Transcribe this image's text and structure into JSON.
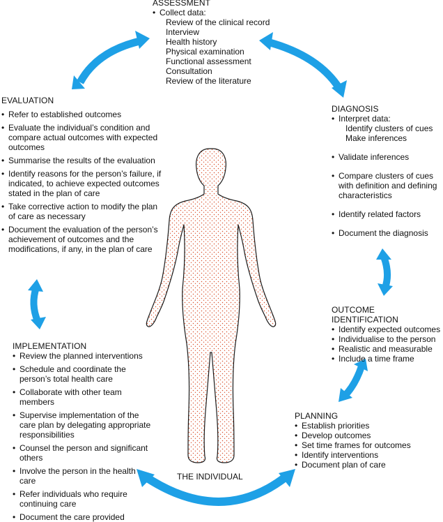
{
  "assessment": {
    "title": "ASSESSMENT",
    "lead": "Collect data:",
    "sub": [
      "Review of the clinical record",
      "Interview",
      "Health history",
      "Physical examination",
      "Functional assessment",
      "Consultation",
      "Review of the literature"
    ]
  },
  "diagnosis": {
    "title": "DIAGNOSIS",
    "lead": "Interpret data:",
    "sub": [
      "Identify clusters of cues",
      "Make inferences"
    ],
    "items": [
      "Validate inferences",
      "Compare clusters of cues with definition and defining characteristics",
      "Identify related factors",
      "Document the diagnosis"
    ]
  },
  "outcome": {
    "title": "OUTCOME IDENTIFICATION",
    "items": [
      "Identify expected outcomes",
      "Individualise to the person",
      "Realistic and measurable",
      "Include a time frame"
    ]
  },
  "planning": {
    "title": "PLANNING",
    "items": [
      "Establish priorities",
      "Develop outcomes",
      "Set time frames for outcomes",
      "Identify interventions",
      "Document plan of care"
    ]
  },
  "implementation": {
    "title": "IMPLEMENTATION",
    "items": [
      "Review the planned interventions",
      "Schedule and coordinate the person’s total health care",
      "Collaborate with other team members",
      "Supervise implementation of the care plan by delegating appropriate responsibilities",
      "Counsel the person and significant others",
      "Involve the person in the health care",
      "Refer individuals who require continuing care",
      "Document the care provided"
    ]
  },
  "evaluation": {
    "title": "EVALUATION",
    "items": [
      "Refer to established outcomes",
      "Evaluate the individual’s condition and compare actual outcomes with expected outcomes",
      "Summarise the results of the evaluation",
      "Identify reasons for the person’s failure, if indicated, to achieve expected outcomes stated in the plan of care",
      "Take corrective action to modify the plan of care as necessary",
      "Document the evaluation of the person’s achievement of outcomes and the modifications, if any, in the plan of care"
    ]
  },
  "center_label": "THE INDIVIDUAL",
  "colors": {
    "arrow": "#1ea0e6",
    "dots": "#d9502c",
    "outline": "#1a1a1a",
    "text": "#111111"
  }
}
